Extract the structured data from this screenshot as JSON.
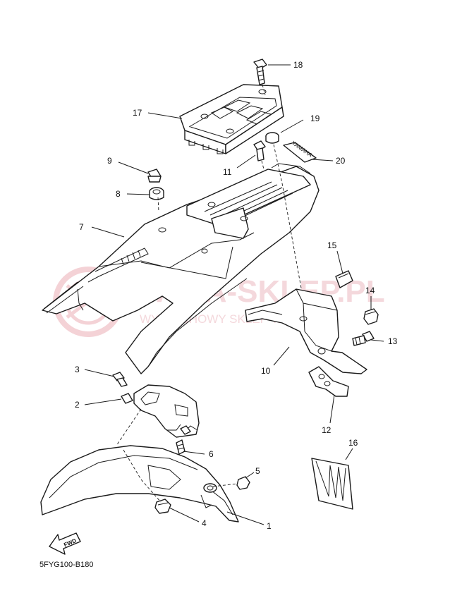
{
  "watermark": {
    "brand": "YAMA-SKLEP.PL",
    "tagline": "WYMIECHOWY SKLEP YAMAHA"
  },
  "decal_text": "YAMAHA",
  "direction_label": "FWD",
  "diagram_code": "5FYG100-B180",
  "callouts": [
    "1",
    "2",
    "3",
    "4",
    "5",
    "6",
    "7",
    "8",
    "9",
    "10",
    "11",
    "12",
    "13",
    "14",
    "15",
    "16",
    "17",
    "18",
    "19",
    "20"
  ]
}
